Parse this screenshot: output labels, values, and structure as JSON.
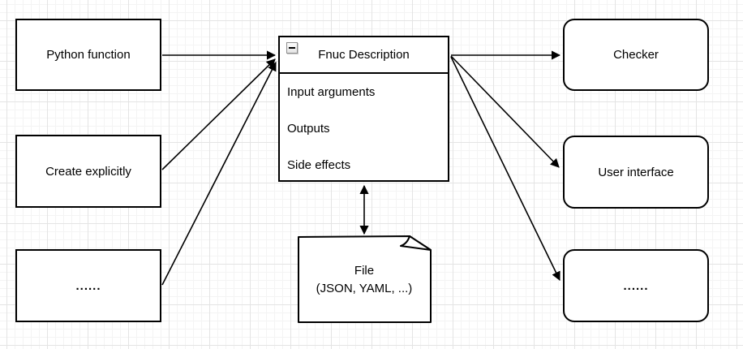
{
  "colors": {
    "stroke": "#000000",
    "node_fill": "#ffffff",
    "grid_minor": "#f4f4f4",
    "grid_major": "#e4e4e4",
    "collapse_button_border": "#8f8f8f"
  },
  "nodes": {
    "python_function": {
      "label": "Python function"
    },
    "create_explicitly": {
      "label": "Create explicitly"
    },
    "ellipsis_left": {
      "label": "......"
    },
    "func_description": {
      "title": "Fnuc Description",
      "rows": [
        "Input arguments",
        "Outputs",
        "Side effects"
      ]
    },
    "file": {
      "line1": "File",
      "line2": "(JSON, YAML, ...)"
    },
    "checker": {
      "label": "Checker"
    },
    "user_interface": {
      "label": "User interface"
    },
    "ellipsis_right": {
      "label": "......"
    }
  },
  "icons": {
    "collapse": "minus-icon"
  },
  "edges": [
    {
      "from": "python_function",
      "to": "func_description",
      "bidirectional": false
    },
    {
      "from": "create_explicitly",
      "to": "func_description",
      "bidirectional": false
    },
    {
      "from": "ellipsis_left",
      "to": "func_description",
      "bidirectional": false
    },
    {
      "from": "func_description",
      "to": "checker",
      "bidirectional": false
    },
    {
      "from": "func_description",
      "to": "user_interface",
      "bidirectional": false
    },
    {
      "from": "func_description",
      "to": "ellipsis_right",
      "bidirectional": false
    },
    {
      "from": "func_description",
      "to": "file",
      "bidirectional": true
    }
  ]
}
